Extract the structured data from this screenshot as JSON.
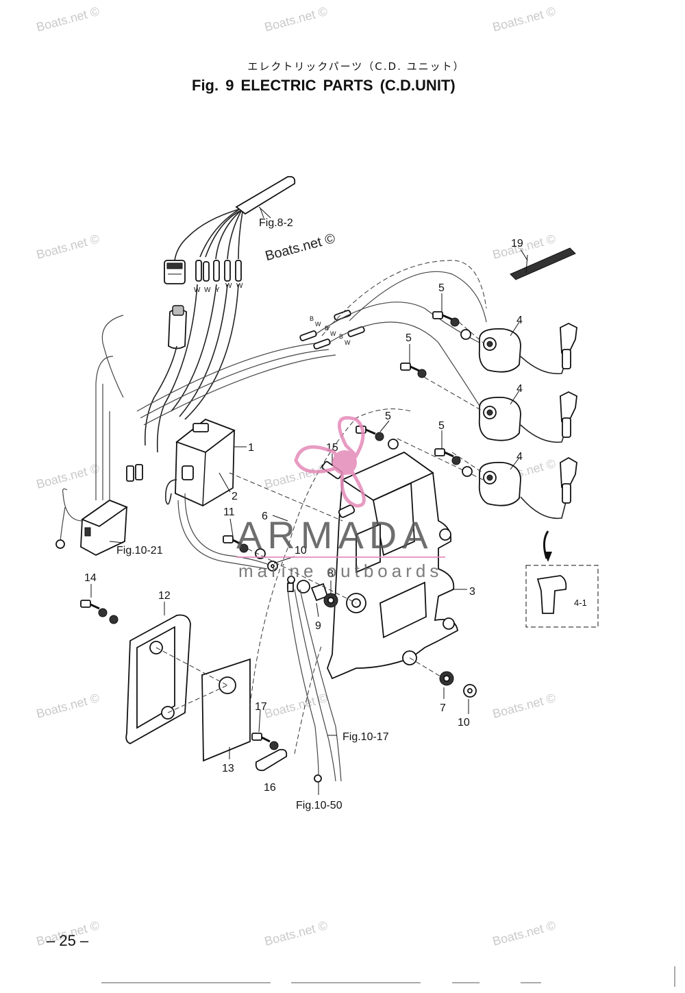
{
  "header": {
    "title_jp": "エレクトリックパーツ（C.D. ユニット）",
    "title_en": "Fig. 9    ELECTRIC PARTS   (C.D.UNIT)"
  },
  "page_number": "– 25 –",
  "watermark": "Boats.net ©",
  "logo": {
    "name": "ARMADA",
    "tagline": "marine outboards",
    "accent_color": "#e58ab8"
  },
  "callouts": {
    "c1": "1",
    "c2": "2",
    "c3": "3",
    "c4a": "4",
    "c4b": "4",
    "c4c": "4",
    "c41": "4-1",
    "c5a": "5",
    "c5b": "5",
    "c5c": "5",
    "c5d": "5",
    "c6": "6",
    "c7": "7",
    "c8": "8",
    "c9": "9",
    "c10a": "10",
    "c10b": "10",
    "c11": "11",
    "c12": "12",
    "c13": "13",
    "c14": "14",
    "c15": "15",
    "c16": "16",
    "c17": "17",
    "c19": "19"
  },
  "fig_refs": {
    "fig82": "Fig.8-2",
    "fig1021": "Fig.10-21",
    "fig1017": "Fig.10-17",
    "fig1050": "Fig.10-50"
  },
  "wire_codes": {
    "w1": "W",
    "w2": "W",
    "w3": "Y",
    "w4": "W",
    "w5": "W",
    "bw1": "B",
    "bw1b": "W",
    "bw2": "B",
    "bw2b": "W",
    "bw3": "B",
    "bw3b": "W"
  }
}
